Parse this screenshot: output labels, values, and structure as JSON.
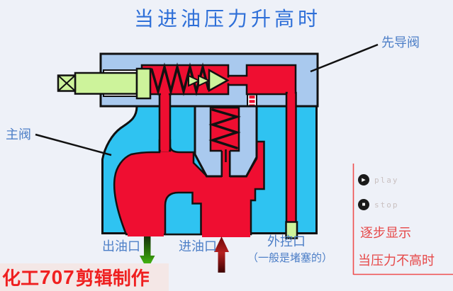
{
  "title": {
    "text": "当进油压力升高时"
  },
  "labels": {
    "pilot_valve": "先导阀",
    "main_valve": "主阀"
  },
  "ports": {
    "outlet": "出油口",
    "inlet": "进油口",
    "external_control": "外控口",
    "external_control_note": "（一般是堵塞的）"
  },
  "controls": {
    "play_label": "play",
    "stop_label": "stop",
    "play_icon": "▶",
    "stop_icon": "■"
  },
  "panel": {
    "step_display": "逐步显示",
    "state_note": "当压力不高时"
  },
  "watermark": {
    "prefix": "化工",
    "number": "707",
    "suffix": "剪辑制作"
  },
  "colors": {
    "housing_blue": "#a9c9ee",
    "body_cyan": "#2fc3f1",
    "oil_red": "#ef0e31",
    "component_green": "#cdf39b",
    "title_blue": "#2e6fd8",
    "label_blue": "#4d7fc7",
    "panel_red": "#e64747",
    "watermark_red": "#ef1f1f",
    "guide_line_red": "#ef4e4e"
  }
}
